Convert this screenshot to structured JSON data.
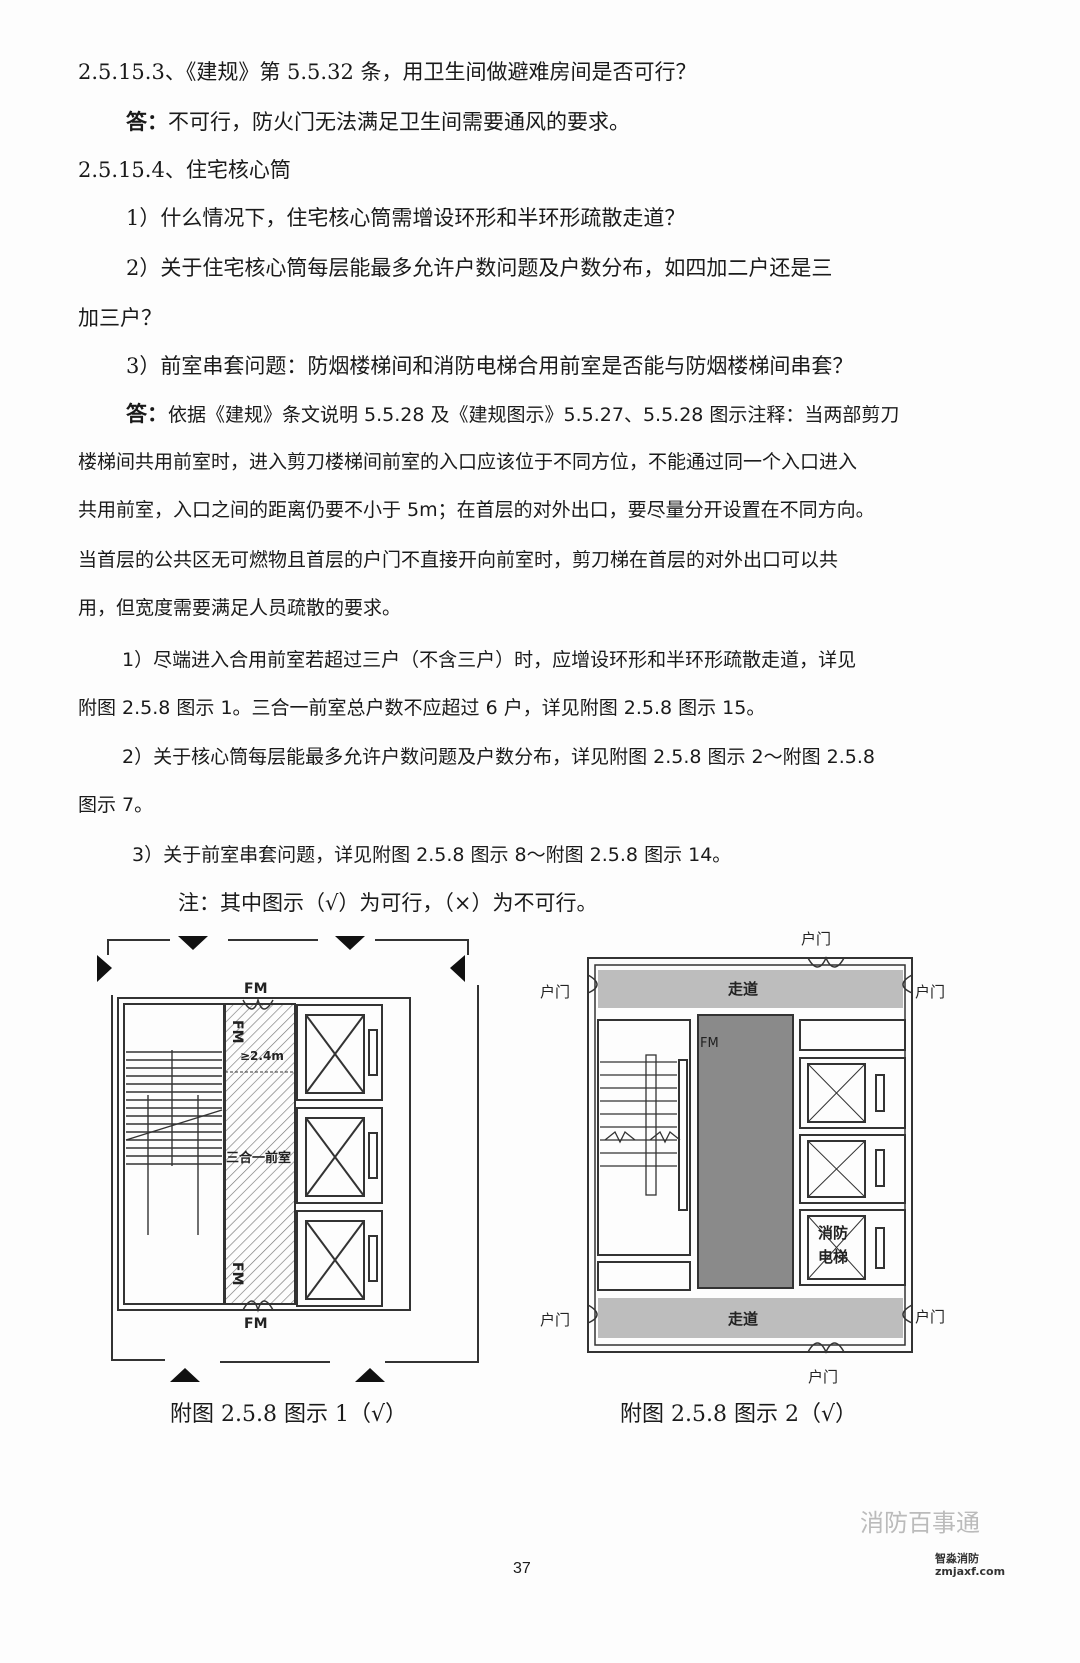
{
  "lines": [
    "2.5.15.3、《建规》第 5.5.32 条，用卫生间做避难房间是否可行？",
    "答：",
    "不可行，防火门无法满足卫生间需要通风的要求。",
    "2.5.15.4、住宅核心筒",
    "1）什么情况下，住宅核心筒需增设环形和半环形疏散走道？",
    "2）关于住宅核心筒每层能最多允许户数问题及户数分布，如四加二户还是三",
    "加三户？",
    "3）前室串套问题：防烟楼梯间和消防电梯合用前室是否能与防烟楼梯间串套？",
    "答：",
    "依据《建规》条文说明 5.5.28 及《建规图示》5.5.27、5.5.28 图示注释：当两部剪刀",
    "楼梯间共用前室时，进入剪刀楼梯间前室的入口应该位于不同方位，不能通过同一个入口进入",
    "共用前室，入口之间的距离仍要不小于 5m；在首层的对外出口，要尽量分开设置在不同方向。",
    "当首层的公共区无可燃物且首层的户门不直接开向前室时，剪刀梯在首层的对外出口可以共",
    "用，但宽度需要满足人员疏散的要求。",
    "1）尽端进入合用前室若超过三户（不含三户）时，应增设环形和半环形疏散走道，详见",
    "附图 2.5.8 图示 1。三合一前室总户数不应超过 6 户，详见附图 2.5.8 图示 15。",
    "2）关于核心筒每层能最多允许户数问题及户数分布，详见附图 2.5.8 图示 2～附图 2.5.8",
    "图示 7。",
    "3）关于前室串套问题，详见附图 2.5.8 图示 8～附图 2.5.8 图示 14。",
    "注：其中图示（√）为可行，（×）为不可行。"
  ],
  "figure1": {
    "caption": "附图 2.5.8 图示 1（√）",
    "fm": "FM",
    "width_label": "≥2.4m",
    "room_label": "三合一前室"
  },
  "figure2": {
    "caption": "附图 2.5.8 图示 2（√）",
    "door": "户门",
    "corridor": "走道",
    "fm": "FM",
    "fire_elevator_1": "消防",
    "fire_elevator_2": "电梯"
  },
  "page_number": "37",
  "watermark": "消防百事通",
  "watermark_logo": {
    "name": "智淼消防",
    "site": "zmjaxf.com"
  }
}
